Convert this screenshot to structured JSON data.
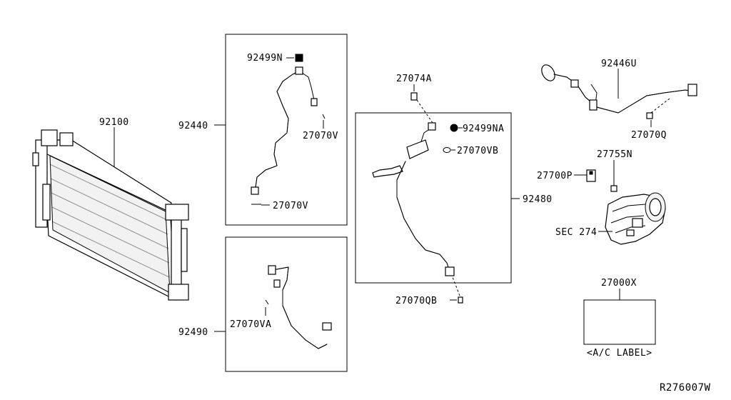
{
  "labels": {
    "condenser": "92100",
    "hose_upper": "92440",
    "hose_upper_cap": "92499N",
    "hose_upper_oring_1": "27070V",
    "hose_upper_oring_2": "27070V",
    "hose_lower": "92490",
    "hose_lower_oring": "27070VA",
    "center_bolt": "27074A",
    "center_cap": "92499NA",
    "center_oring": "27070VB",
    "center_hose": "92480",
    "center_oring_bottom": "27070QB",
    "right_pipe": "92446U",
    "right_oring": "27070Q",
    "valve_cap": "27755N",
    "sensor": "27700P",
    "compressor": "SEC 274",
    "ac_label_part": "27000X",
    "ac_label_caption": "<A/C LABEL>",
    "diagram_code": "R276007W"
  }
}
